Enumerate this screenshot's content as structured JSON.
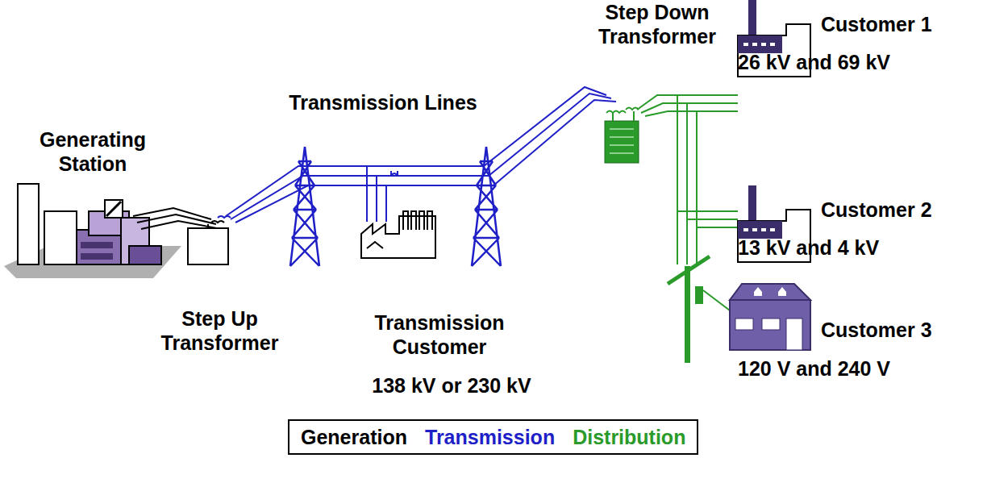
{
  "diagram": {
    "labels": [
      "Generating Station",
      "Step Up Transformer",
      "Transmission Lines",
      "Transmission Customer",
      "138 kV or 230 kV",
      "Step Down Transformer",
      "Customer 1",
      "26 kV and 69 kV",
      "Customer 2",
      "13 kV and 4 kV",
      "Customer 3",
      "120 V and 240 V"
    ],
    "legend": [
      {
        "text": "Generation",
        "color": "#000000"
      },
      {
        "text": "Transmission",
        "color": "#1f1fc8"
      },
      {
        "text": "Distribution",
        "color": "#2a9a2a"
      }
    ]
  }
}
